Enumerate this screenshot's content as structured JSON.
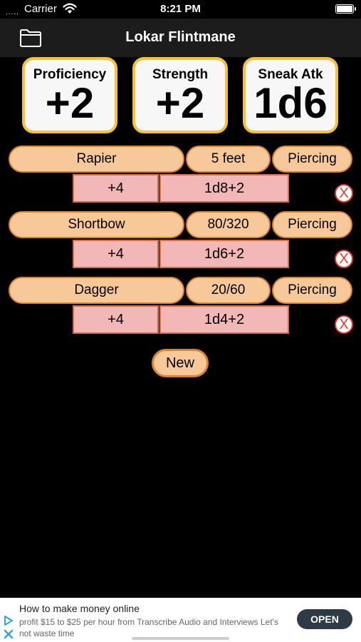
{
  "status_bar": {
    "carrier": "Carrier",
    "time": "8:21 PM",
    "signal": "....."
  },
  "nav": {
    "title": "Lokar Flintmane"
  },
  "stats": [
    {
      "label": "Proficiency",
      "value": "+2"
    },
    {
      "label": "Strength",
      "value": "+2"
    },
    {
      "label": "Sneak Atk",
      "value": "1d6"
    }
  ],
  "weapons": [
    {
      "name": "Rapier",
      "range": "5 feet",
      "type": "Piercing",
      "bonus": "+4",
      "damage": "1d8+2",
      "delete": "X"
    },
    {
      "name": "Shortbow",
      "range": "80/320",
      "type": "Piercing",
      "bonus": "+4",
      "damage": "1d6+2",
      "delete": "X"
    },
    {
      "name": "Dagger",
      "range": "20/60",
      "type": "Piercing",
      "bonus": "+4",
      "damage": "1d4+2",
      "delete": "X"
    }
  ],
  "new_button": "New",
  "ad": {
    "title": "How to make money online",
    "body": "profit $15 to $25 per hour from Transcribe Audio and Interviews Let's not waste time",
    "cta": "OPEN"
  },
  "colors": {
    "stat_border": "#f6c232",
    "pill_fill": "#f7c99a",
    "pill_border": "#d8832d",
    "box_fill": "#f2b7b7",
    "delete_red": "#e03a2c"
  }
}
